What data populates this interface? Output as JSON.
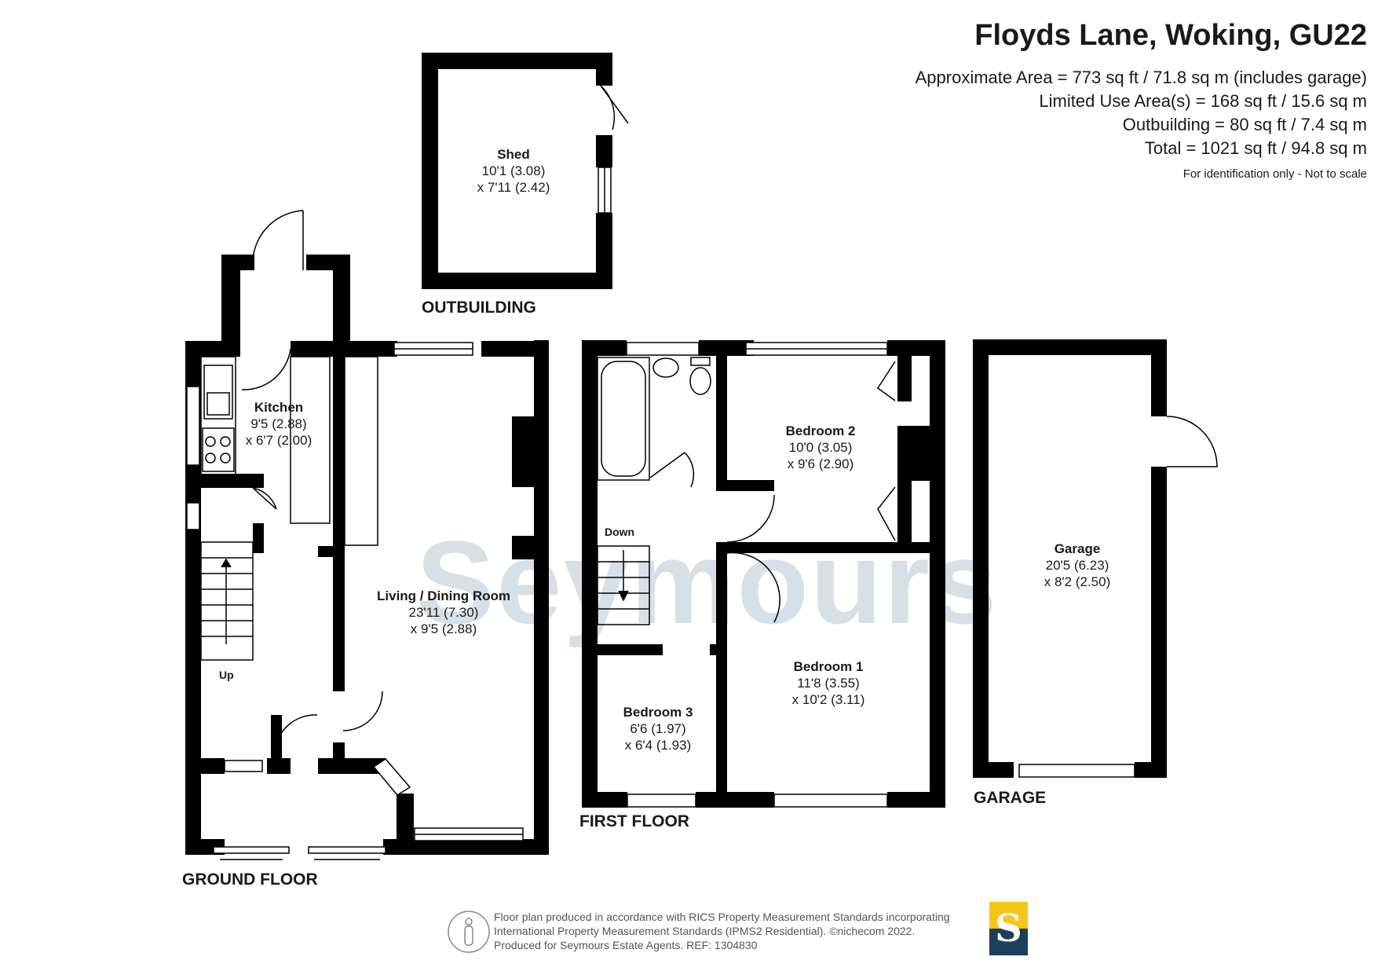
{
  "header": {
    "title": "Floyds Lane, Woking, GU22",
    "areas": [
      "Approximate Area = 773 sq ft / 71.8 sq m (includes garage)",
      "Limited Use Area(s) = 168 sq ft / 15.6 sq m",
      "Outbuilding = 80 sq ft / 7.4 sq m",
      "Total = 1021 sq ft / 94.8 sq m"
    ],
    "note": "For identification only - Not to scale"
  },
  "floors": {
    "outbuilding": "OUTBUILDING",
    "ground": "GROUND FLOOR",
    "first": "FIRST FLOOR",
    "garage": "GARAGE"
  },
  "rooms": {
    "shed": {
      "name": "Shed",
      "dim1": "10'1 (3.08)",
      "dim2": "x 7'11 (2.42)"
    },
    "kitchen": {
      "name": "Kitchen",
      "dim1": "9'5 (2.88)",
      "dim2": "x 6'7 (2.00)"
    },
    "living": {
      "name": "Living / Dining Room",
      "dim1": "23'11 (7.30)",
      "dim2": "x 9'5 (2.88)"
    },
    "bedroom2": {
      "name": "Bedroom 2",
      "dim1": "10'0 (3.05)",
      "dim2": "x 9'6 (2.90)"
    },
    "bedroom1": {
      "name": "Bedroom 1",
      "dim1": "11'8 (3.55)",
      "dim2": "x 10'2 (3.11)"
    },
    "bedroom3": {
      "name": "Bedroom 3",
      "dim1": "6'6 (1.97)",
      "dim2": "x 6'4 (1.93)"
    },
    "garage": {
      "name": "Garage",
      "dim1": "20'5 (6.23)",
      "dim2": "x 8'2 (2.50)"
    }
  },
  "stairs": {
    "up": "Up",
    "down": "Down"
  },
  "watermark": "Seymours",
  "logo_letter": "S",
  "footer": {
    "line1": "Floor plan produced in accordance with RICS Property Measurement Standards incorporating",
    "line2": "International Property Measurement Standards (IPMS2 Residential).   ©nichecom 2022.",
    "line3": "Produced for Seymours Estate Agents.   REF:  1304830"
  },
  "colors": {
    "wall": "#000000",
    "logo_top": "#f5c518",
    "logo_bottom": "#1c3f5e",
    "watermark": "#c7d3dc"
  }
}
